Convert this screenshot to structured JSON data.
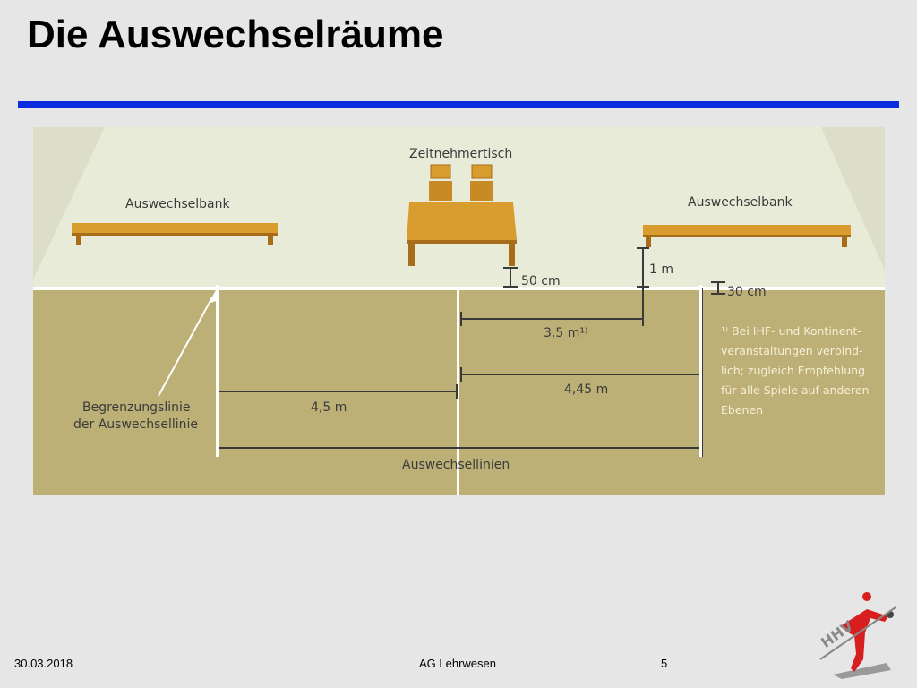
{
  "slide": {
    "title": "Die Auswechselräume"
  },
  "diagram": {
    "timekeeper_label": "Zeitnehmertisch",
    "bench_left_label": "Auswechselbank",
    "bench_right_label": "Auswechselbank",
    "dist_50cm": "50 cm",
    "dist_1m": "1 m",
    "dist_30cm": "30 cm",
    "dist_3_5m": "3,5 m¹⁾",
    "dist_4_45m": "4,45 m",
    "dist_4_5m": "4,5 m",
    "boundary_line_label_1": "Begrenzungslinie",
    "boundary_line_label_2": "der Auswechsellinie",
    "substitution_lines_label": "Auswechsellinien",
    "footnote_lines": [
      "¹⁾ Bei IHF- und Kontinent-",
      "veranstaltungen verbind-",
      "lich; zugleich Empfehlung",
      "für alle Spiele auf anderen",
      "Ebenen"
    ],
    "colors": {
      "wall": "#e9ebd9",
      "floor": "#bdb077",
      "furniture": "#d99c2f",
      "furniture_dark": "#a86d18",
      "line": "#ffffff",
      "dim": "#3a3a3a"
    }
  },
  "footer": {
    "date": "30.03.2018",
    "center": "AG Lehrwesen",
    "page": "5"
  },
  "logo": {
    "text": "HHV",
    "icon": "handball-player-logo-icon"
  }
}
